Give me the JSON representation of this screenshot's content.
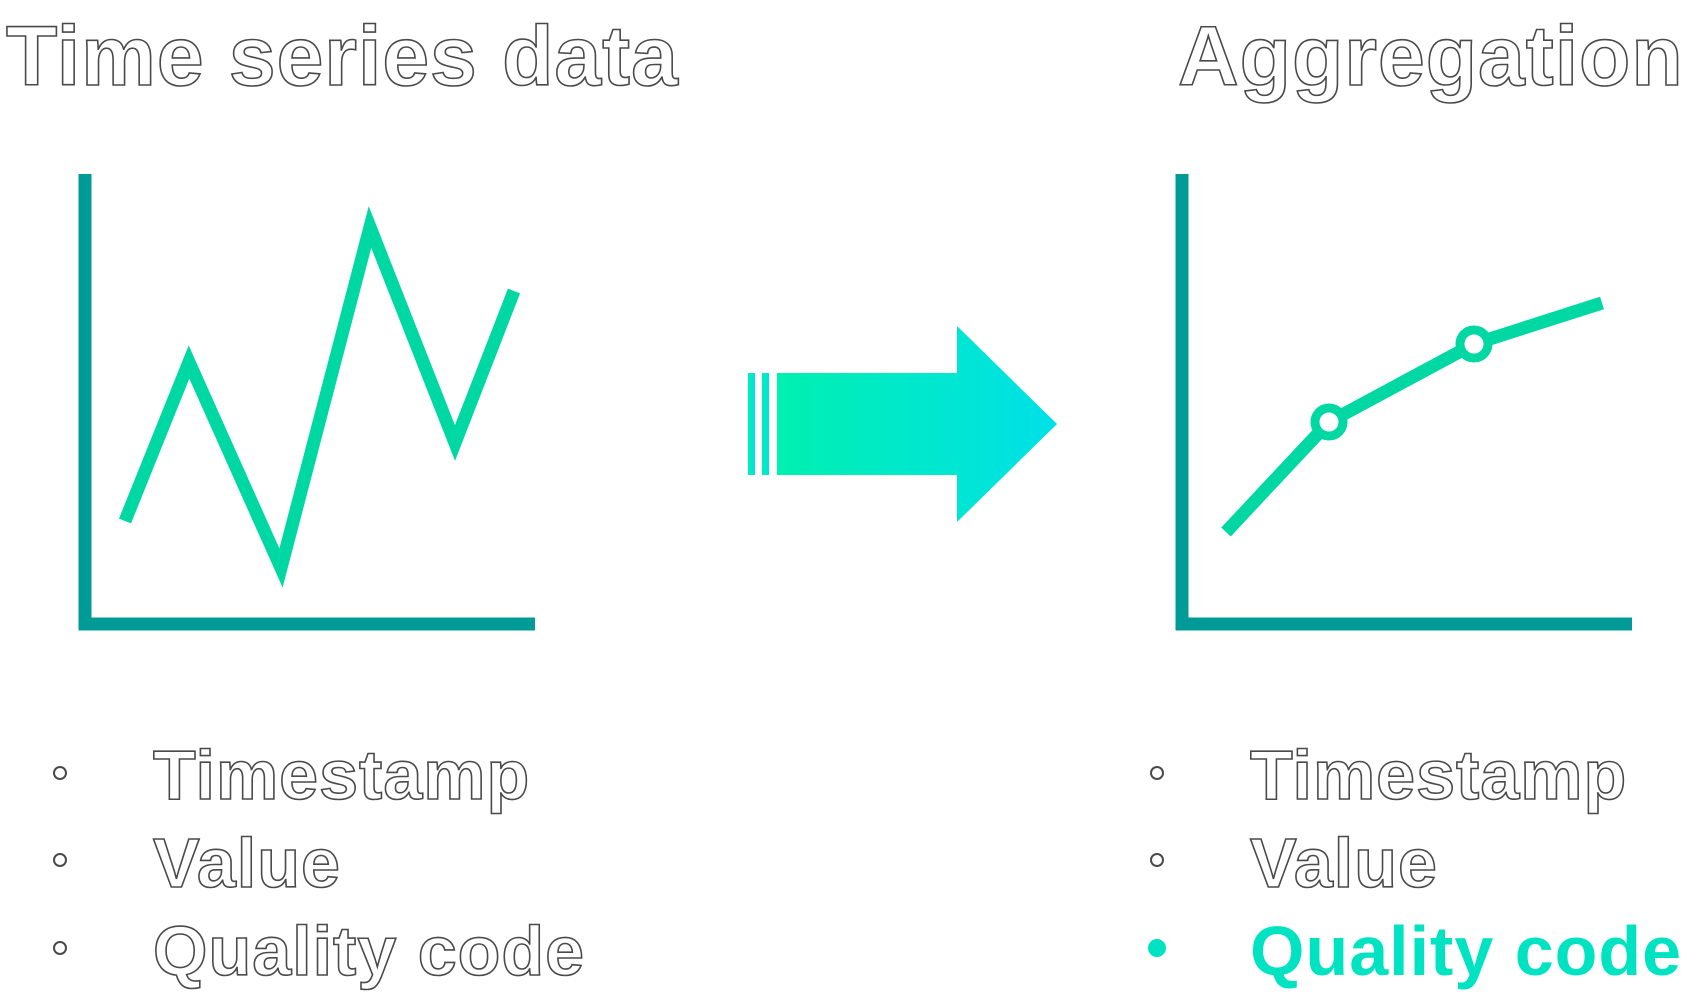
{
  "left_panel": {
    "title": "Time series data",
    "items": [
      "Timestamp",
      "Value",
      "Quality code"
    ],
    "highlighted_index": -1
  },
  "right_panel": {
    "title": "Aggregation",
    "items": [
      "Timestamp",
      "Value",
      "Quality code"
    ],
    "highlighted_index": 2
  },
  "colors": {
    "axis": "#009b96",
    "line": "#00d8a4",
    "arrow_start": "#00f0b0",
    "arrow_end": "#00e0e8",
    "highlight": "#00e3c2",
    "outline_text": "#4a4a4a"
  },
  "icons": {
    "left_chart": "raw-line-chart-icon",
    "right_chart": "aggregated-line-chart-icon",
    "transform_arrow": "right-arrow-icon"
  }
}
